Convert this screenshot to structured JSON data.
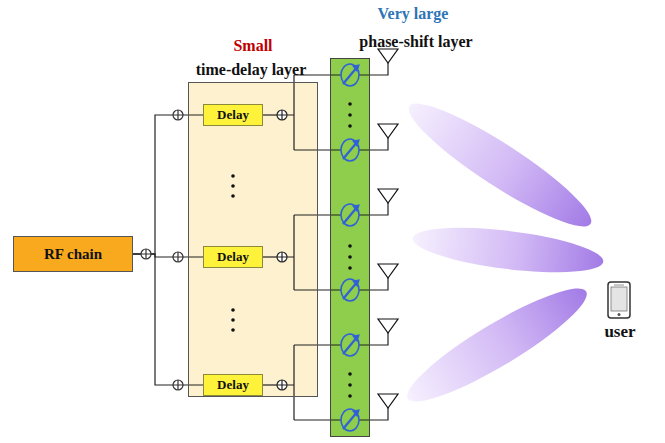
{
  "diagram": {
    "nodes": [
      {
        "text": [
          "Small",
          "time-delay layer"
        ]
      },
      {
        "text": [
          "Very large",
          "phase-shift layer"
        ]
      },
      {
        "text": [
          "RF chain"
        ]
      },
      {
        "text": [
          "Delay"
        ],
        "in": 0
      },
      {
        "text": [
          "Delay"
        ],
        "in": 0
      },
      {
        "text": [
          "Delay"
        ],
        "in": 0
      }
    ],
    "edges": [
      {
        "from": 2,
        "to": 3,
        "arrow": "none"
      },
      {
        "from": 2,
        "to": 4,
        "arrow": "none"
      },
      {
        "from": 2,
        "to": 5,
        "arrow": "none"
      }
    ],
    "labels": [
      "user"
    ]
  }
}
